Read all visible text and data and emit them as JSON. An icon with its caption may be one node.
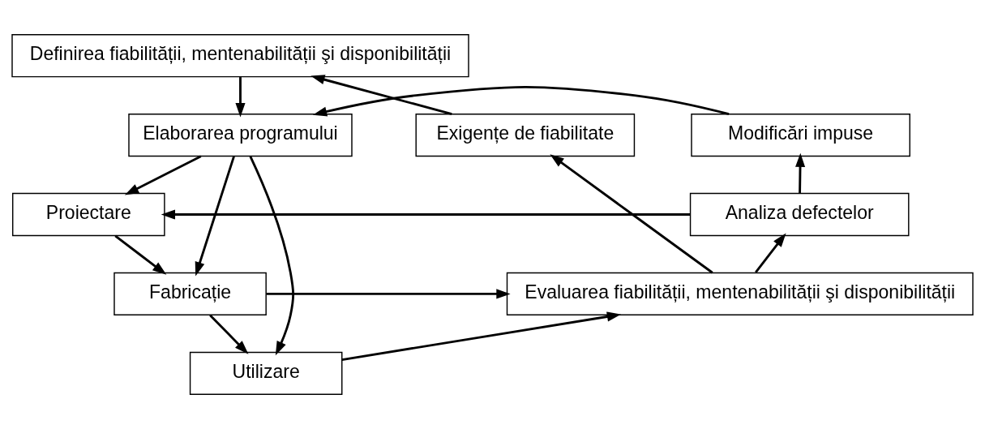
{
  "diagram": {
    "nodes": [
      {
        "text": [
          "Definirea fiabilității, mentenabilității şi disponibilității"
        ]
      },
      {
        "text": [
          "Elaborarea programului"
        ]
      },
      {
        "text": [
          "Modificări impuse"
        ]
      },
      {
        "text": [
          "Exigențe de fiabilitate"
        ]
      },
      {
        "text": [
          "Proiectare"
        ]
      },
      {
        "text": [
          "Analiza defectelor"
        ]
      },
      {
        "text": [
          "Fabricație"
        ]
      },
      {
        "text": [
          "Evaluarea fiabilității, mentenabilității şi disponibilității"
        ]
      },
      {
        "text": [
          "Utilizare"
        ]
      }
    ],
    "edges": [
      {
        "from": 0,
        "to": 1,
        "arrow": "to"
      },
      {
        "from": 2,
        "to": 1,
        "arrow": "to"
      },
      {
        "from": 3,
        "to": 0,
        "arrow": "to"
      },
      {
        "from": 1,
        "to": 4,
        "arrow": "to"
      },
      {
        "from": 1,
        "to": 6,
        "arrow": "to"
      },
      {
        "from": 1,
        "to": 8,
        "arrow": "to"
      },
      {
        "from": 5,
        "to": 4,
        "arrow": "to"
      },
      {
        "from": 5,
        "to": 2,
        "arrow": "to"
      },
      {
        "from": 4,
        "to": 6,
        "arrow": "to"
      },
      {
        "from": 6,
        "to": 8,
        "arrow": "to"
      },
      {
        "from": 6,
        "to": 7,
        "arrow": "to"
      },
      {
        "from": 8,
        "to": 7,
        "arrow": "to"
      },
      {
        "from": 7,
        "to": 5,
        "arrow": "to"
      },
      {
        "from": 7,
        "to": 3,
        "arrow": "to"
      }
    ]
  }
}
